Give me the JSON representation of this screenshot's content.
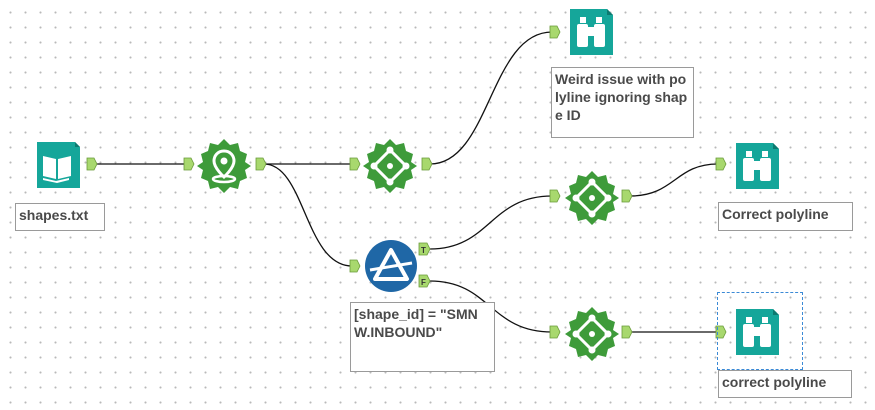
{
  "annotations": {
    "input": "shapes.txt",
    "browse1": "Weird issue with polyline ignoring shape ID",
    "browse2": "Correct polyline",
    "filter": "[shape_id] = \"SMNW.INBOUND\"",
    "browse3": "correct polyline"
  },
  "anchors": {
    "filter_true": "T",
    "filter_false": "F"
  },
  "colors": {
    "io_teal": "#15a69a",
    "spatial_green": "#3e9b3a",
    "preparation_blue": "#1f67a6",
    "anchor_green": "#a8d86e",
    "wire": "#111111",
    "selection": "#3b8ad6"
  },
  "icons": {
    "input": "book-icon",
    "create_points": "map-pin-icon",
    "poly_build": "polyline-build-icon",
    "filter": "filter-triangle-icon",
    "browse": "binoculars-icon"
  }
}
